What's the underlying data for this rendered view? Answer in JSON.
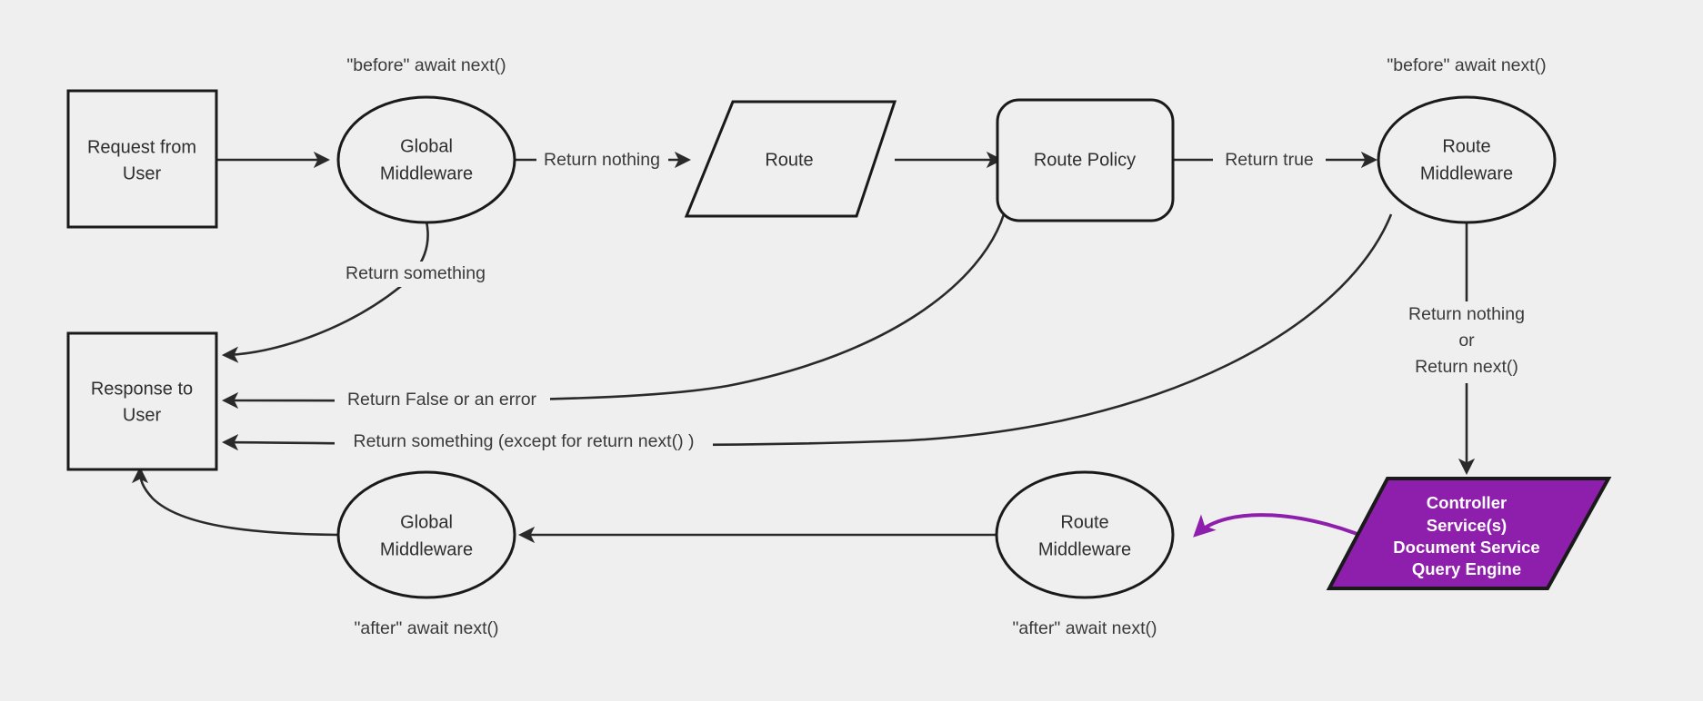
{
  "diagram": {
    "title": "Middleware request lifecycle flowchart",
    "background_color": "#efefef",
    "stroke_color": "#2a2a2a",
    "accent_color": "#8e1fad",
    "nodes": [
      {
        "id": "request_from_user",
        "label_line1": "Request from",
        "label_line2": "User",
        "shape": "rectangle"
      },
      {
        "id": "global_middleware_before",
        "label_line1": "Global",
        "label_line2": "Middleware",
        "shape": "ellipse"
      },
      {
        "id": "route",
        "label_line1": "Route",
        "shape": "parallelogram"
      },
      {
        "id": "route_policy",
        "label_line1": "Route Policy",
        "shape": "rounded-rectangle"
      },
      {
        "id": "route_middleware_before",
        "label_line1": "Route",
        "label_line2": "Middleware",
        "shape": "ellipse"
      },
      {
        "id": "controller_services",
        "label_line1": "Controller",
        "label_line2": "Service(s)",
        "label_line3": "Document Service",
        "label_line4": "Query Engine",
        "shape": "parallelogram",
        "fill": "#8e1fad"
      },
      {
        "id": "response_to_user",
        "label_line1": "Response to",
        "label_line2": "User",
        "shape": "rectangle"
      },
      {
        "id": "global_middleware_after",
        "label_line1": "Global",
        "label_line2": "Middleware",
        "shape": "ellipse"
      },
      {
        "id": "route_middleware_after",
        "label_line1": "Route",
        "label_line2": "Middleware",
        "shape": "ellipse"
      }
    ],
    "annotations": [
      {
        "id": "before_global",
        "text": "\"before\" await next()"
      },
      {
        "id": "before_route",
        "text": "\"before\" await next()"
      },
      {
        "id": "after_global",
        "text": "\"after\" await next()"
      },
      {
        "id": "after_route",
        "text": "\"after\" await next()"
      }
    ],
    "edge_labels": {
      "return_nothing": "Return nothing",
      "return_true": "Return true",
      "return_something": "Return something",
      "return_false_or_error": "Return False or an error",
      "return_something_except": "Return something (except for return next() )",
      "return_nothing_or_line1": "Return nothing",
      "return_nothing_or_line2": "or",
      "return_nothing_or_line3": "Return next()"
    }
  }
}
